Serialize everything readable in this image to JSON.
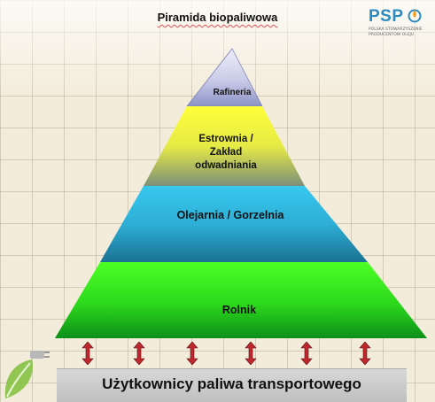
{
  "title": "Piramida biopaliwowa",
  "logo": {
    "text": "PSP",
    "subtitle": "Polska Stowarzyszenie Producentów Oleju",
    "colors": {
      "text": "#2d8bc0",
      "drop": "#f0a020"
    }
  },
  "pyramid": {
    "levels": [
      {
        "id": "rafineria",
        "label": "Rafineria",
        "colors": [
          "#e8e8f8",
          "#9fa3cf"
        ]
      },
      {
        "id": "estrownia",
        "label_lines": [
          "Estrownia /",
          "Zakład",
          "odwadniania"
        ],
        "colors": [
          "#ffff40",
          "#8a9a6a"
        ]
      },
      {
        "id": "olejarnia",
        "label": "Olejarnia / Gorzelnia",
        "colors": [
          "#3fd0f0",
          "#1d7a9a"
        ]
      },
      {
        "id": "rolnik",
        "label": "Rolnik",
        "colors": [
          "#44ff22",
          "#0f9a1a"
        ]
      }
    ]
  },
  "arrows": {
    "count": 6,
    "color": "#c0282d"
  },
  "users": {
    "label": "Użytkownicy paliwa transportowego"
  }
}
